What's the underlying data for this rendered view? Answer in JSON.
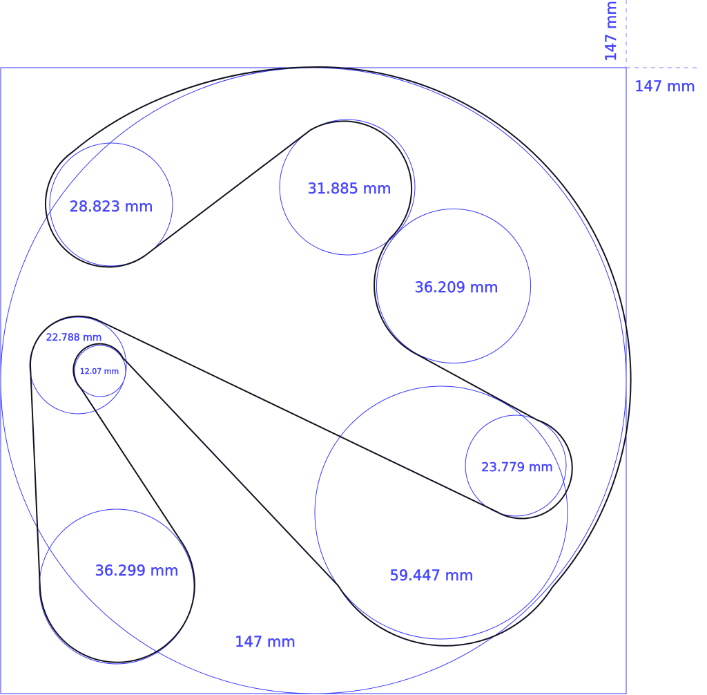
{
  "colors": {
    "dimension": "#3535ff",
    "belt": "#111122"
  },
  "dimensions": {
    "width_label": "147 mm",
    "height_label": "147 mm",
    "outer_circle_label": "147 mm"
  },
  "pulleys": [
    {
      "label": "28.823 mm",
      "diameter_mm": 28.823
    },
    {
      "label": "31.885 mm",
      "diameter_mm": 31.885
    },
    {
      "label": "36.209 mm",
      "diameter_mm": 36.209
    },
    {
      "label": "22.788 mm",
      "diameter_mm": 22.788
    },
    {
      "label": "12.07 mm",
      "diameter_mm": 12.07
    },
    {
      "label": "23.779 mm",
      "diameter_mm": 23.779
    },
    {
      "label": "59.447 mm",
      "diameter_mm": 59.447
    },
    {
      "label": "36.299 mm",
      "diameter_mm": 36.299
    }
  ]
}
